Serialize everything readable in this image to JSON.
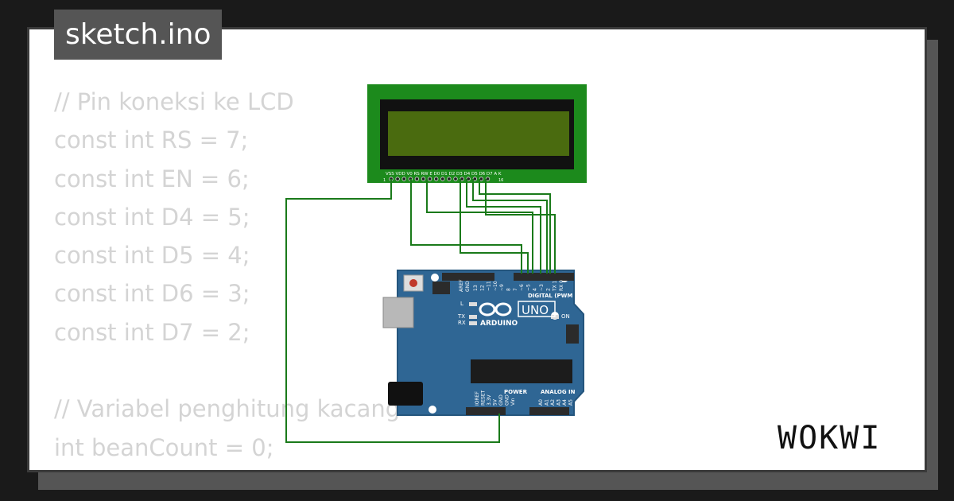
{
  "title": "sketch.ino",
  "code_lines": [
    "// Pin koneksi ke LCD",
    "const int RS = 7;",
    "const int EN = 6;",
    "const int D4 = 5;",
    "const int D5 = 4;",
    "const int D6 = 3;",
    "const int D7 = 2;",
    "",
    "// Variabel penghitung kacang",
    "int beanCount = 0;"
  ],
  "lcd": {
    "pin_labels": "VSS VDD V0 RS RW E D0 D1 D2 D3 D4 D5 D6 D7 A K",
    "pin_first": "1",
    "pin_last": "16"
  },
  "arduino": {
    "logo_text": "ARDUINO",
    "model": "UNO",
    "digital_label": "DIGITAL (PWM ~)",
    "power_label": "POWER",
    "analog_label": "ANALOG IN",
    "aref": "AREF",
    "gnd": "GND",
    "led_l": "L",
    "led_tx": "TX",
    "led_rx": "RX",
    "led_on": "ON",
    "digital_pins": [
      "13",
      "12",
      "~11",
      "~10",
      "~9",
      "8",
      "7",
      "~6",
      "~5",
      "4",
      "~3",
      "2",
      "TX 1",
      "RX 0"
    ],
    "power_pins": [
      "IOREF",
      "RESET",
      "3.3V",
      "5V",
      "GND",
      "GND",
      "Vin"
    ],
    "analog_pins": [
      "A0",
      "A1",
      "A2",
      "A3",
      "A4",
      "A5"
    ]
  },
  "brand": "WOKWI",
  "colors": {
    "wire": "#1a7a1a",
    "board": "#2f6694",
    "lcd_frame": "#1c8a1c",
    "lcd_screen": "#4a6b0f",
    "code_text": "#d4d4d4",
    "tab_bg": "#555555"
  }
}
